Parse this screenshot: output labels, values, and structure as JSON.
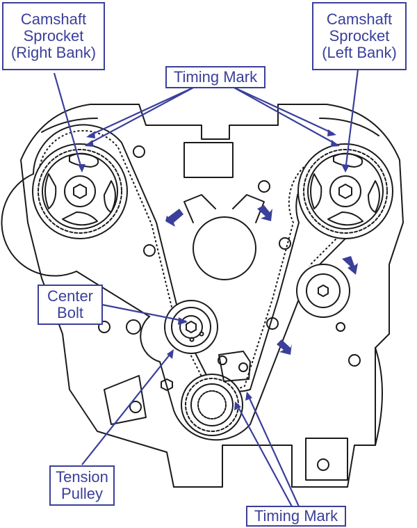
{
  "diagram": {
    "subject": "Timing belt layout (V6 engine front view)",
    "colors": {
      "callout": "#3a3f9a",
      "line": "#1a1a1a",
      "background": "#ffffff"
    },
    "labels": {
      "cam_right": {
        "line1": "Camshaft",
        "line2": "Sprocket",
        "line3": "(Right Bank)"
      },
      "cam_left": {
        "line1": "Camshaft",
        "line2": "Sprocket",
        "line3": "(Left Bank)"
      },
      "timing_mark_top": "Timing Mark",
      "center_bolt": {
        "line1": "Center",
        "line2": "Bolt"
      },
      "tension_pulley": {
        "line1": "Tension",
        "line2": "Pulley"
      },
      "timing_mark_bottom": "Timing Mark"
    },
    "direction_arrows": 4
  }
}
